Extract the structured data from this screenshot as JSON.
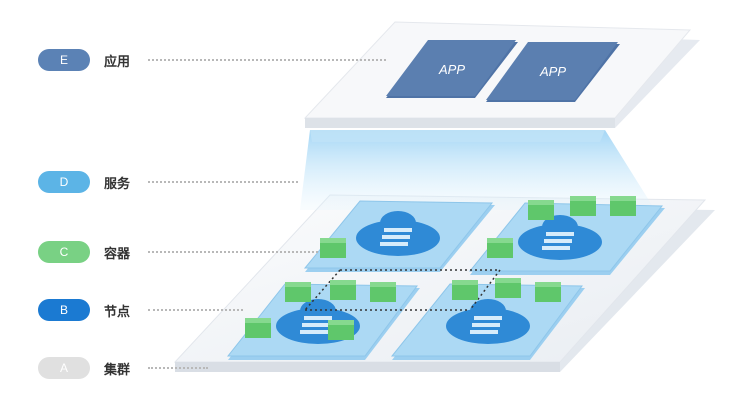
{
  "legend": [
    {
      "letter": "E",
      "label": "应用",
      "color": "#5b82b5"
    },
    {
      "letter": "D",
      "label": "服务",
      "color": "#5cb4e6"
    },
    {
      "letter": "C",
      "label": "容器",
      "color": "#79d184"
    },
    {
      "letter": "B",
      "label": "节点",
      "color": "#1b7ad2"
    },
    {
      "letter": "A",
      "label": "集群",
      "color": "#e0e0e0"
    }
  ],
  "apps": [
    "APP",
    "APP"
  ],
  "colors": {
    "cluster_base": "#eef1f5",
    "node_panel": "#a9d7f3",
    "container": "#5fc76b",
    "service_glow": "#c9e8fa",
    "app_box": "#5b7fb0",
    "top_plate": "#f2f4f7"
  }
}
